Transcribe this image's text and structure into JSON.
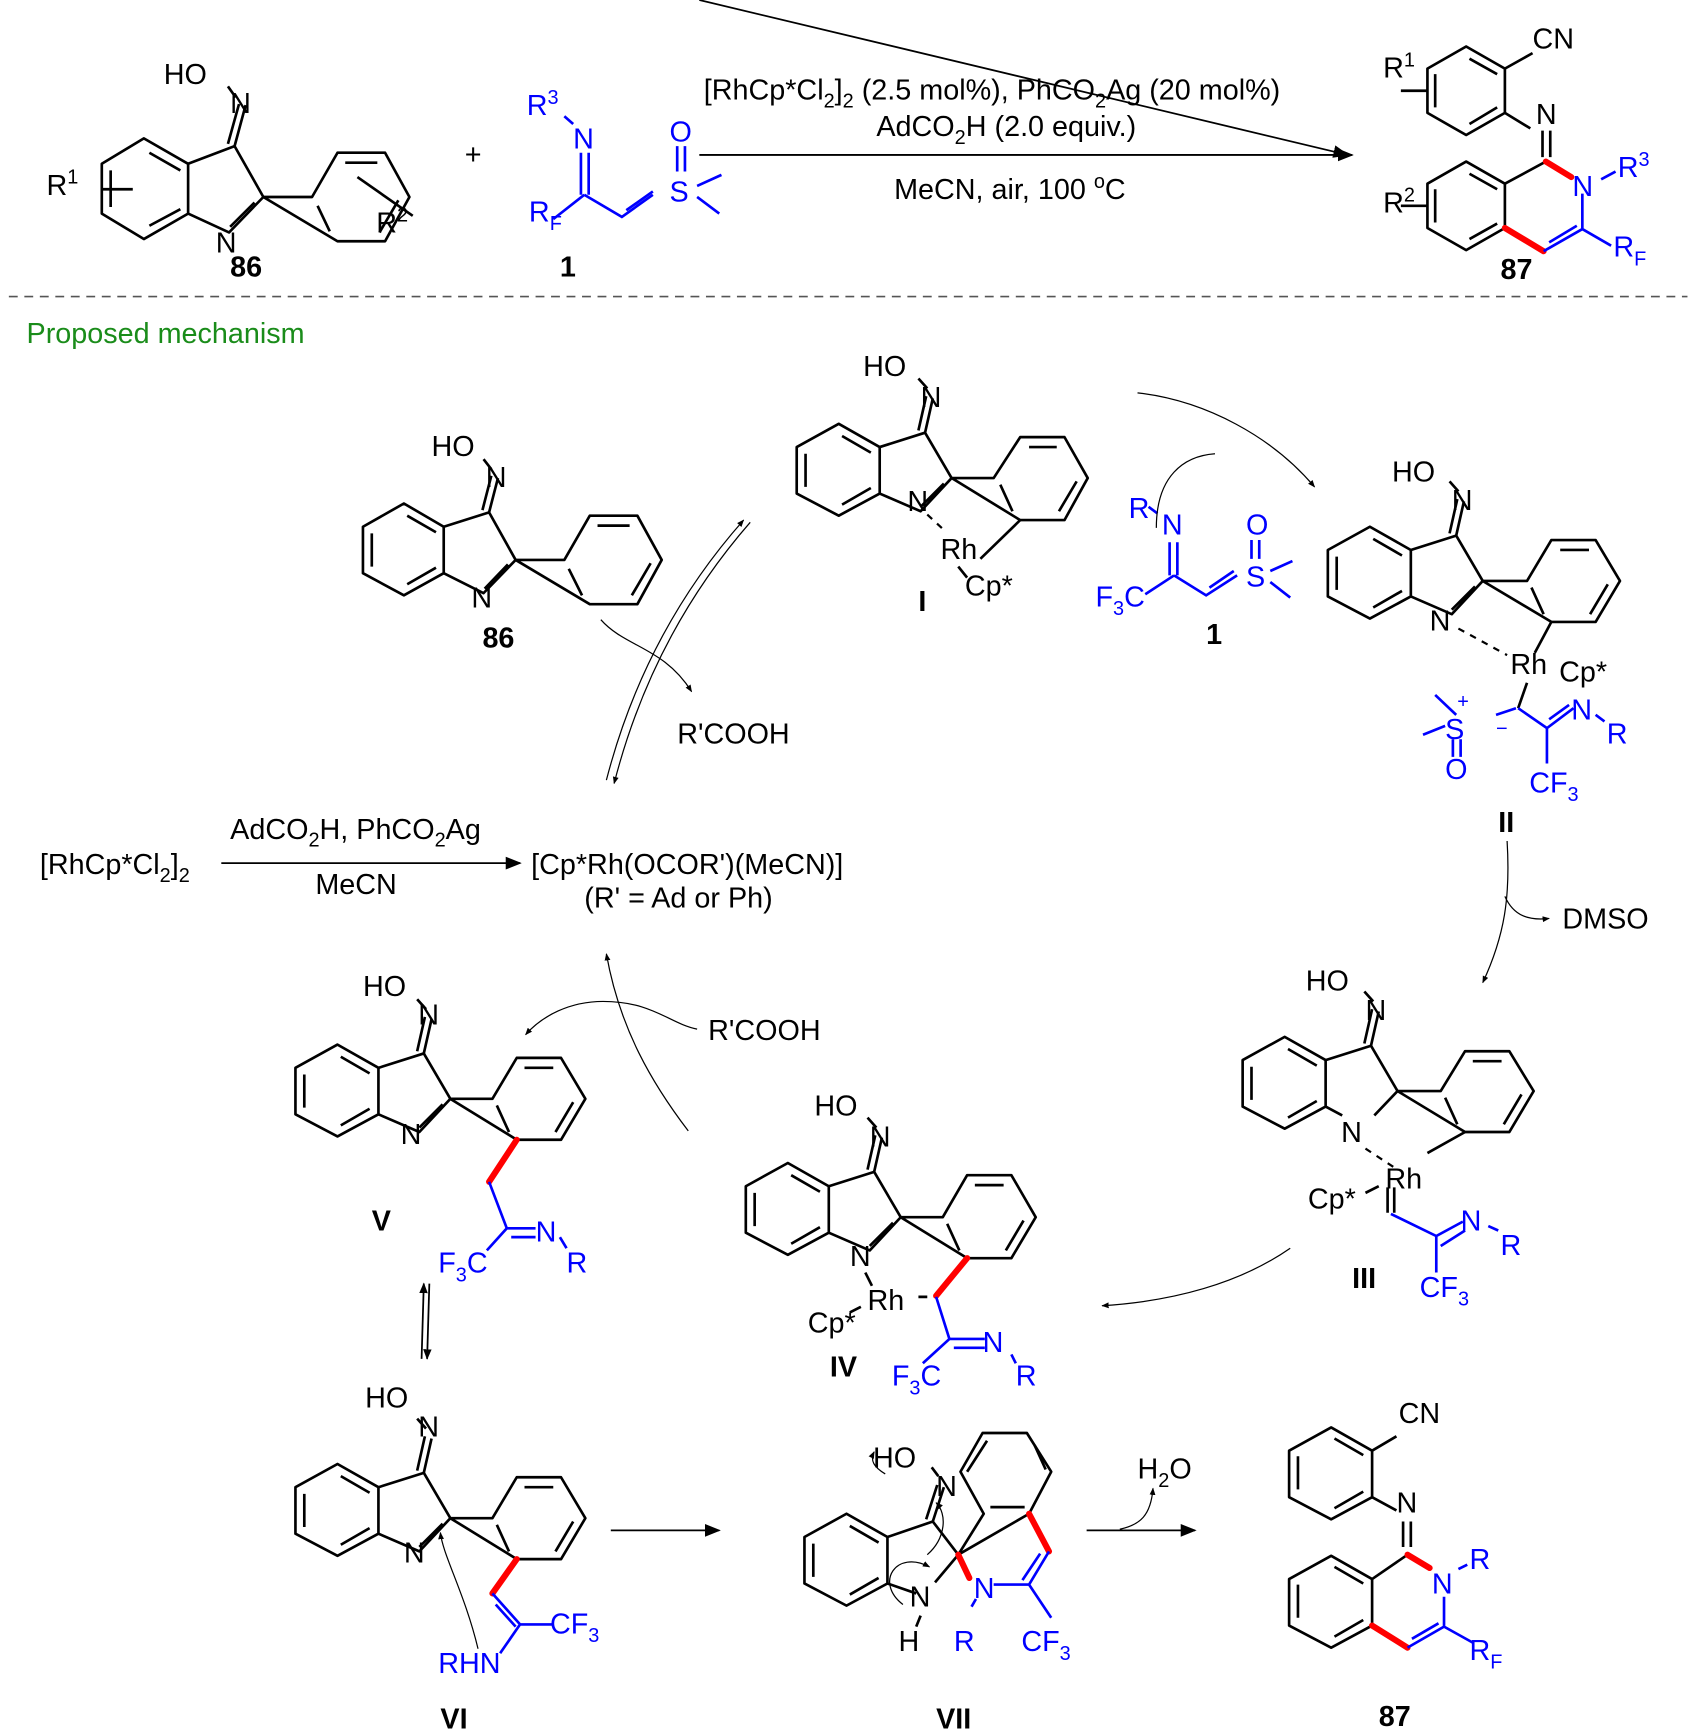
{
  "scheme": {
    "top_reaction": {
      "reactant_86": {
        "label": "86",
        "oxime": "HO",
        "oxime_n": "N",
        "ring_n": "N",
        "r1": "R",
        "r1_sup": "1",
        "r2": "R",
        "r2_sup": "2"
      },
      "plus": "+",
      "reagent_1": {
        "label": "1",
        "r3": "R",
        "r3_sup": "3",
        "n": "N",
        "o": "O",
        "s": "S",
        "rf": "R",
        "rf_sub": "F"
      },
      "conditions": {
        "line1_a": "[RhCp*Cl",
        "line1_sub1": "2",
        "line1_b": "]",
        "line1_sub2": "2",
        "line1_c": " (2.5 mol%), PhCO",
        "line1_sub3": "2",
        "line1_d": "Ag (20 mol%)",
        "line2_a": "AdCO",
        "line2_sub": "2",
        "line2_b": "H (2.0 equiv.)",
        "line3_a": "MeCN, air,  100 ",
        "line3_sup": "o",
        "line3_b": "C"
      },
      "product_87": {
        "label": "87",
        "cn": "CN",
        "n_imine": "N",
        "n_ring": "N",
        "r1": "R",
        "r1_sup": "1",
        "r2": "R",
        "r2_sup": "2",
        "r3": "R",
        "r3_sup": "3",
        "rf": "R",
        "rf_sub": "F"
      }
    },
    "section_title": "Proposed mechanism",
    "mechanism": {
      "cmpd_86": {
        "label": "86",
        "ho": "HO",
        "n_ox": "N",
        "n_ring": "N"
      },
      "int_I": {
        "label": "I",
        "ho": "HO",
        "n_ox": "N",
        "n_ring": "N",
        "rh": "Rh",
        "cp": "Cp*"
      },
      "reagent_1": {
        "label": "1",
        "r": "R",
        "n": "N",
        "o": "O",
        "s": "S",
        "f3c_a": "F",
        "f3c_sub": "3",
        "f3c_b": "C"
      },
      "int_II": {
        "label": "II",
        "ho": "HO",
        "n_ox": "N",
        "n_ring": "N",
        "rh": "Rh",
        "cp": "Cp*",
        "s": "S",
        "plus": "+",
        "minus": "−",
        "o": "O",
        "n": "N",
        "r": "R",
        "cf3_a": "CF",
        "cf3_sub": "3"
      },
      "dmso": "DMSO",
      "int_III": {
        "label": "III",
        "ho": "HO",
        "n_ox": "N",
        "n_ring": "N",
        "rh": "Rh",
        "cp": "Cp*",
        "n": "N",
        "r": "R",
        "cf3_a": "CF",
        "cf3_sub": "3"
      },
      "int_IV": {
        "label": "IV",
        "ho": "HO",
        "n_ox": "N",
        "n_ring": "N",
        "rh": "Rh",
        "cp": "Cp*",
        "n": "N",
        "r": "R",
        "f3c_a": "F",
        "f3c_sub": "3",
        "f3c_b": "C"
      },
      "int_V": {
        "label": "V",
        "ho": "HO",
        "n_ox": "N",
        "n_ring": "N",
        "n": "N",
        "r": "R",
        "f3c_a": "F",
        "f3c_sub": "3",
        "f3c_b": "C"
      },
      "int_VI": {
        "label": "VI",
        "ho": "HO",
        "n_ox": "N",
        "n_ring": "N",
        "rhn": "RHN",
        "cf3_a": "CF",
        "cf3_sub": "3"
      },
      "int_VII": {
        "label": "VII",
        "ho": "HO",
        "n_ox": "N",
        "n_h": "N",
        "h": "H",
        "n": "N",
        "r": "R",
        "cf3_a": "CF",
        "cf3_sub": "3"
      },
      "water": {
        "a": "H",
        "sub": "2",
        "b": "O"
      },
      "product_87": {
        "label": "87",
        "cn": "CN",
        "n_imine": "N",
        "n_ring": "N",
        "r": "R",
        "rf": "R",
        "rf_sub": "F"
      },
      "rcooh_top": "R'COOH",
      "rcooh_bottom": "R'COOH",
      "catalyst_activation": {
        "precat_a": "[RhCp*Cl",
        "precat_sub1": "2",
        "precat_b": "]",
        "precat_sub2": "2",
        "above_a": "AdCO",
        "above_sub1": "2",
        "above_b": "H, PhCO",
        "above_sub2": "2",
        "above_c": "Ag",
        "below": "MeCN",
        "active": "[Cp*Rh(OCOR')(MeCN)]",
        "note": "(R' = Ad or Ph)"
      }
    }
  },
  "colors": {
    "new_bond": "#ff0000",
    "reagent": "#0000ff",
    "title": "#1a8c1a"
  }
}
